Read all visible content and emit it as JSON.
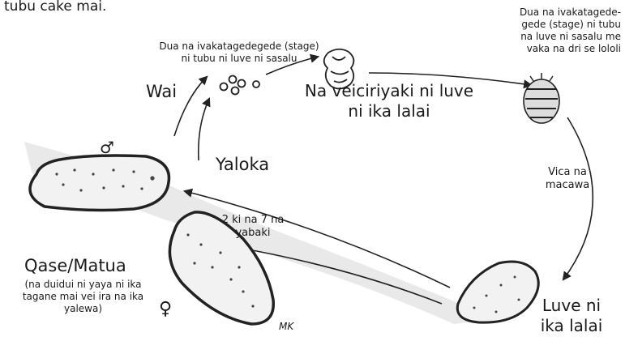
{
  "top_caption": "tubu cake mai.",
  "labels": {
    "stage_egg": "Dua na ivakatagedegede (stage)\nni tubu ni luve ni sasalu",
    "stage_adult_larva": "Dua na ivakatagede-\ngede (stage) ni tubu\nna luve ni sasalu me\nvaka na dri se lololi",
    "wai": "Wai",
    "yaloka": "Yaloka",
    "larvae_title": "Na veiciriyaki ni luve\nni ika lalai",
    "vica_na_macawa": "Vica na\nmacawa",
    "years": "2 ki na 7 na\nyabaki",
    "adult_title": "Qase/Matua",
    "adult_note": "(na duidui ni yaya ni ika\ntagane mai vei ira na ika\nyalewa)",
    "juvenile": "Luve ni\nika lalai",
    "signature": "MK"
  },
  "symbols": {
    "male": "♂",
    "female": "♀"
  },
  "icons": [
    "egg-cluster-icon",
    "larva-stage-icon",
    "pelagic-larva-icon",
    "adult-male-sea-cucumber-icon",
    "adult-female-sea-cucumber-icon",
    "juvenile-sea-cucumber-icon"
  ]
}
